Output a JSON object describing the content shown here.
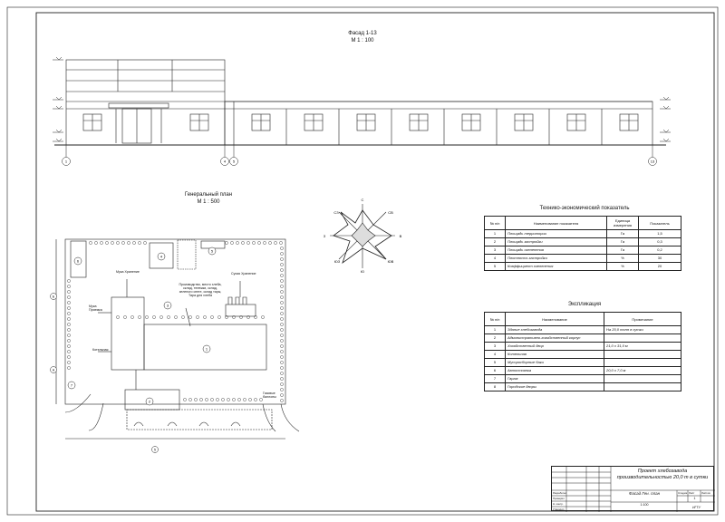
{
  "facade": {
    "title": "Фасад 1-13",
    "scale": "М 1 : 100",
    "axes": [
      "1",
      "4",
      "5",
      "13"
    ]
  },
  "plan": {
    "title": "Генеральный план",
    "scale": "М 1 : 500",
    "notes": [
      "Мука Хранение",
      "Мука Приемка",
      "Сухая Хранение",
      "Производство, место хлеба, склад, тележки, склад, зеленого снеге, склад тары, Тара для хлеба",
      "Котельная",
      "Газовые баллоны"
    ],
    "building_labels": [
      "1",
      "2",
      "3",
      "4",
      "5",
      "6",
      "7",
      "8"
    ]
  },
  "compass": {
    "labels": [
      "С",
      "СВ",
      "В",
      "ЮВ",
      "Ю",
      "ЮЗ",
      "З",
      "СЗ"
    ]
  },
  "tech": {
    "title": "Технико-экономический показатель",
    "headers": [
      "№ п/п",
      "Наименование показателя",
      "Единица измерения",
      "Показатель"
    ],
    "rows": [
      [
        "1",
        "Площадь территории",
        "Га",
        "1,5"
      ],
      [
        "2",
        "Площадь застройки",
        "Га",
        "0,3"
      ],
      [
        "3",
        "Площадь озеленения",
        "Га",
        "0,2"
      ],
      [
        "4",
        "Плотность застройки",
        "%",
        "30"
      ],
      [
        "5",
        "Коэффициент озеленения",
        "%",
        "20"
      ]
    ]
  },
  "expl": {
    "title": "Экспликация",
    "headers": [
      "№ п/п",
      "Наименование",
      "Примечание"
    ],
    "rows": [
      [
        "1",
        "Здание хлебозавода",
        "На 20,0 тонн в сутки"
      ],
      [
        "2",
        "Административно-хозяйственный корпус",
        ""
      ],
      [
        "3",
        "Хозяйственный двор",
        "21,0 x 31,0 м"
      ],
      [
        "4",
        "Котельная",
        ""
      ],
      [
        "5",
        "Мусоросборные баки",
        ""
      ],
      [
        "6",
        "Автостоянка",
        "20,0 x 7,0 м"
      ],
      [
        "7",
        "Гараж",
        ""
      ],
      [
        "8",
        "Городские дворы",
        ""
      ]
    ]
  },
  "stamp": {
    "project": "Проект хлебозавода производительностью 20,0 т в сутки",
    "sheet": "Фасад Ген. план",
    "doc": "Ген. план",
    "scale": "1:100",
    "sheet_no": "1",
    "org": "ИГТУ",
    "cols": [
      "Стадия",
      "Лист",
      "Листов"
    ],
    "roles": [
      "Разработал",
      "Проверил",
      "Н. контр.",
      "Утвердил"
    ]
  }
}
